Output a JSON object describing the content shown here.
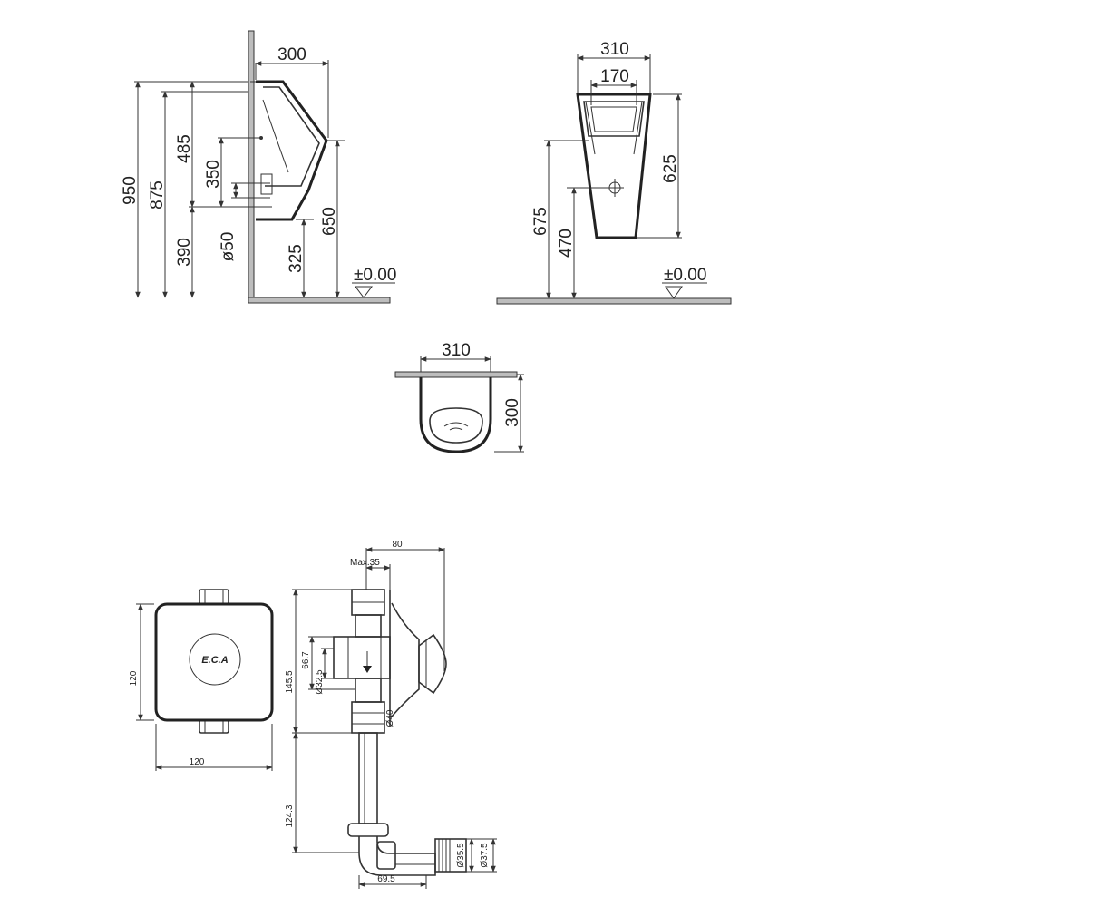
{
  "side_view": {
    "d300": "300",
    "d950": "950",
    "d875": "875",
    "d485": "485",
    "d350": "350",
    "d390": "390",
    "d50": "ø50",
    "d325": "325",
    "d650": "650",
    "floor": "±0.00"
  },
  "front_view": {
    "d310": "310",
    "d170": "170",
    "d625": "625",
    "d675": "675",
    "d470": "470",
    "floor": "±0.00"
  },
  "top_view": {
    "d310": "310",
    "d300": "300"
  },
  "flush_plate": {
    "width": "120",
    "height": "120",
    "logo": "E.C.A"
  },
  "flush_valve": {
    "d80": "80",
    "max35": "Max.35",
    "d145": "145.5",
    "d66": "66.7",
    "d32": "Ø32.5",
    "d40": "Ø40",
    "d124": "124.3",
    "d69": "69.5",
    "d35": "Ø35.5",
    "d37": "Ø37.5"
  }
}
